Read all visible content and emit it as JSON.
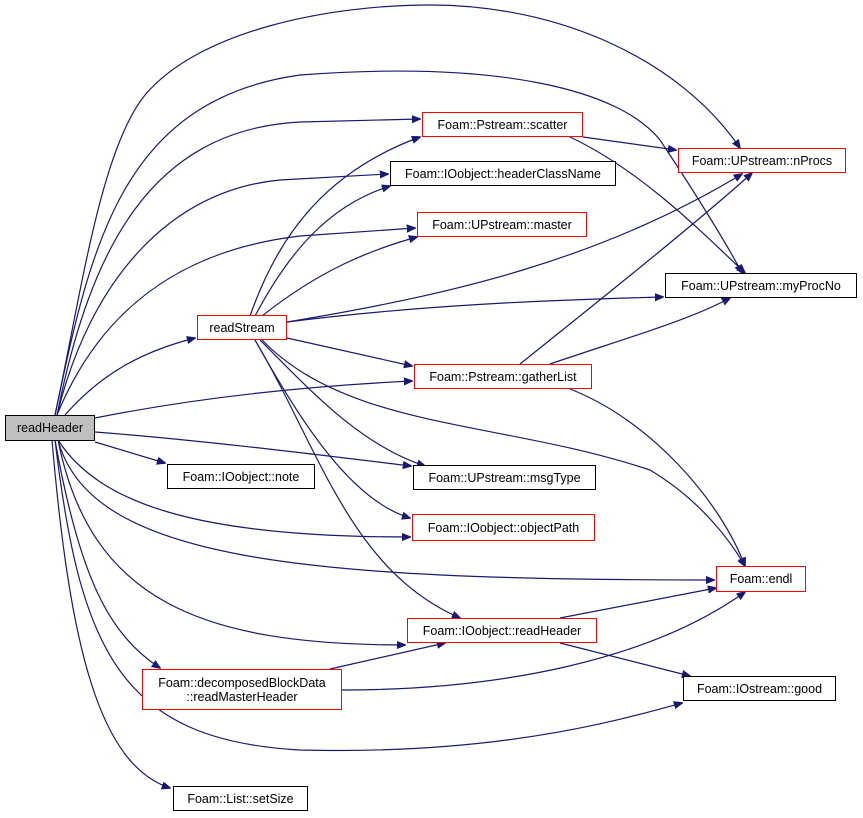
{
  "nodes": {
    "readHeader": {
      "label": "readHeader"
    },
    "readStream": {
      "label": "readStream"
    },
    "scatter": {
      "label": "Foam::Pstream::scatter"
    },
    "headerClassName": {
      "label": "Foam::IOobject::headerClassName"
    },
    "master": {
      "label": "Foam::UPstream::master"
    },
    "nProcs": {
      "label": "Foam::UPstream::nProcs"
    },
    "myProcNo": {
      "label": "Foam::UPstream::myProcNo"
    },
    "gatherList": {
      "label": "Foam::Pstream::gatherList"
    },
    "note": {
      "label": "Foam::IOobject::note"
    },
    "msgType": {
      "label": "Foam::UPstream::msgType"
    },
    "objectPath": {
      "label": "Foam::IOobject::objectPath"
    },
    "endl": {
      "label": "Foam::endl"
    },
    "ioReadHeader": {
      "label": "Foam::IOobject::readHeader"
    },
    "readMasterHeader": {
      "line1": "Foam::decomposedBlockData",
      "line2": "::readMasterHeader"
    },
    "good": {
      "label": "Foam::IOstream::good"
    },
    "setSize": {
      "label": "Foam::List::setSize"
    }
  },
  "edges": [
    [
      "readHeader",
      "nProcs"
    ],
    [
      "readHeader",
      "myProcNo"
    ],
    [
      "readHeader",
      "scatter"
    ],
    [
      "readHeader",
      "headerClassName"
    ],
    [
      "readHeader",
      "master"
    ],
    [
      "readHeader",
      "readStream"
    ],
    [
      "readHeader",
      "gatherList"
    ],
    [
      "readHeader",
      "msgType"
    ],
    [
      "readHeader",
      "note"
    ],
    [
      "readHeader",
      "objectPath"
    ],
    [
      "readHeader",
      "endl"
    ],
    [
      "readHeader",
      "ioReadHeader"
    ],
    [
      "readHeader",
      "readMasterHeader"
    ],
    [
      "readHeader",
      "good"
    ],
    [
      "readHeader",
      "setSize"
    ],
    [
      "readStream",
      "scatter"
    ],
    [
      "readStream",
      "headerClassName"
    ],
    [
      "readStream",
      "master"
    ],
    [
      "readStream",
      "nProcs"
    ],
    [
      "readStream",
      "myProcNo"
    ],
    [
      "readStream",
      "gatherList"
    ],
    [
      "readStream",
      "msgType"
    ],
    [
      "readStream",
      "objectPath"
    ],
    [
      "readStream",
      "ioReadHeader"
    ],
    [
      "readStream",
      "endl"
    ],
    [
      "scatter",
      "nProcs"
    ],
    [
      "scatter",
      "myProcNo"
    ],
    [
      "gatherList",
      "nProcs"
    ],
    [
      "gatherList",
      "myProcNo"
    ],
    [
      "gatherList",
      "endl"
    ],
    [
      "ioReadHeader",
      "endl"
    ],
    [
      "ioReadHeader",
      "good"
    ],
    [
      "readMasterHeader",
      "ioReadHeader"
    ],
    [
      "readMasterHeader",
      "endl"
    ]
  ],
  "colors": {
    "edge": "#191970",
    "red_border": "#ff0000",
    "current_fill": "#bfbfbf"
  }
}
